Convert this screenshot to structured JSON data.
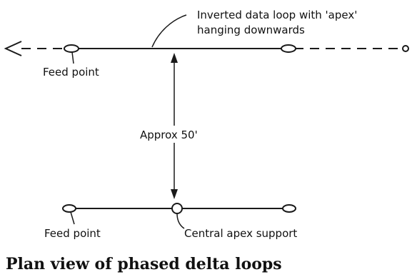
{
  "labels": {
    "top_loop_note_line1": "Inverted data loop with 'apex'",
    "top_loop_note_line2": "hanging downwards",
    "feed_point_top": "Feed point",
    "spacing": "Approx 50'",
    "feed_point_bottom": "Feed point",
    "central_support": "Central apex support"
  },
  "caption": "Plan view of phased delta loops"
}
